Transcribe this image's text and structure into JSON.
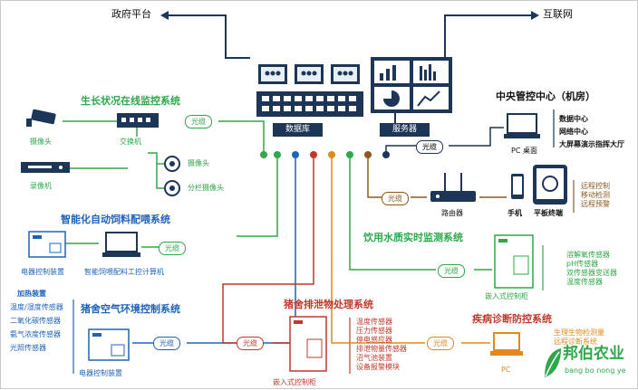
{
  "top": {
    "gov": "政府平台",
    "internet": "互联网"
  },
  "core": {
    "database": "数据库",
    "server": "服务器"
  },
  "growth": {
    "title": "生长状况在线监控系统",
    "fiber": "光缆",
    "camera": "摄像头",
    "switch": "交换机",
    "recorder": "录像机",
    "camera2": "摄像头",
    "pen_camera": "分栏摄像头"
  },
  "feeding": {
    "title": "智能化自动饲料配喂系统",
    "fiber": "光缆",
    "panel": "电器控制装置",
    "pc": "智能饲喂配料工控计算机"
  },
  "air": {
    "title": "猪舍空气环境控制系统",
    "fiber": "光缆",
    "heater": "加热装置",
    "sensors": [
      "温度/湿度传感器",
      "二氧化碳传感器",
      "氨气浓度传感器",
      "光照传感器"
    ],
    "panel": "电器控制装置"
  },
  "waste": {
    "title": "猪舍排泄物处理系统",
    "fiber": "光缆",
    "sensors": [
      "温度传感器",
      "压力传感器",
      "停电感应器",
      "排泄物量传感器",
      "沼气池装置",
      "设备报警模块"
    ],
    "cabinet": "嵌入式控制柜"
  },
  "water": {
    "title": "饮用水质实时监测系统",
    "fiber": "光缆",
    "sensors": [
      "溶解氧传感器",
      "pH传感器",
      "双传感器变送器",
      "温度传感器"
    ],
    "cabinet": "嵌入式控制柜"
  },
  "disease": {
    "title": "疾病诊断防控系统",
    "fiber": "光缆",
    "pc": "PC",
    "items": [
      "生理生物检测量",
      "远程诊断系统"
    ]
  },
  "center": {
    "title": "中央管控中心（机房）",
    "fiber": "光缆",
    "pc": "PC 桌面",
    "items": [
      "数据中心",
      "网络中心",
      "大屏幕演示指挥大厅"
    ]
  },
  "remote": {
    "fiber": "光缆",
    "router": "路由器",
    "phone": "手机",
    "tablet": "平板终端",
    "items": [
      "远程控制",
      "移动检测",
      "远程预警"
    ]
  },
  "logo": {
    "cn": "邦伯农业",
    "pinyin": "bang bo nong ye"
  },
  "colors": {
    "green": "#2ea84a",
    "blue": "#1f63b8",
    "red": "#c0392b",
    "orange": "#e08a1e",
    "brown": "#8a5a20",
    "navy": "#1d3557"
  }
}
